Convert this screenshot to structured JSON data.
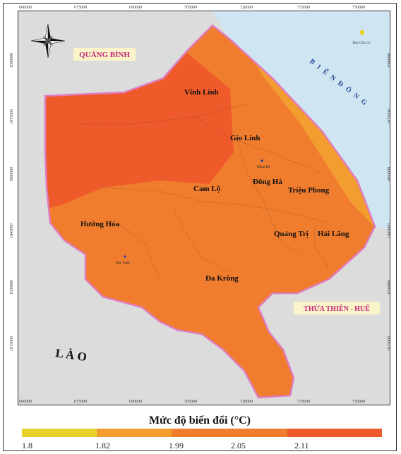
{
  "map": {
    "coord_x_ticks": [
      "660000",
      "675000",
      "690000",
      "705000",
      "720000",
      "735000",
      "750000"
    ],
    "coord_y_ticks": [
      "1890000",
      "1875000",
      "1860000",
      "1845000",
      "1830000",
      "1815000"
    ],
    "neighbors": {
      "north": "QUẢNG BÌNH",
      "south": "THỪA THIÊN - HUẾ",
      "west": "L À O",
      "sea": "B I Ể N  Đ Ô N G"
    },
    "districts": [
      "Vĩnh Linh",
      "Gio Linh",
      "Cam Lộ",
      "Đông Hà",
      "Triệu Phong",
      "Hướng Hóa",
      "Quảng Trị",
      "Hải Lăng",
      "Đa Krông"
    ],
    "small_labels": [
      "Đông Hà",
      "Đảo Cồn Cỏ",
      "Khe Sanh"
    ],
    "colors": {
      "sea": "#cfe6f2",
      "land_outside": "#dcdcdc",
      "border": "#e07cc0",
      "class_182_199": "#f39c2f",
      "class_199_205": "#f07d2e",
      "class_205_211": "#ee5a2a"
    }
  },
  "legend": {
    "title": "Mức độ biến đổi (°C)",
    "ticks": [
      "1.8",
      "1.82",
      "1.99",
      "2.05",
      "2.11"
    ],
    "colors": [
      "#e8d22a",
      "#f39c2f",
      "#f07d2e",
      "#ee5a2a"
    ]
  }
}
